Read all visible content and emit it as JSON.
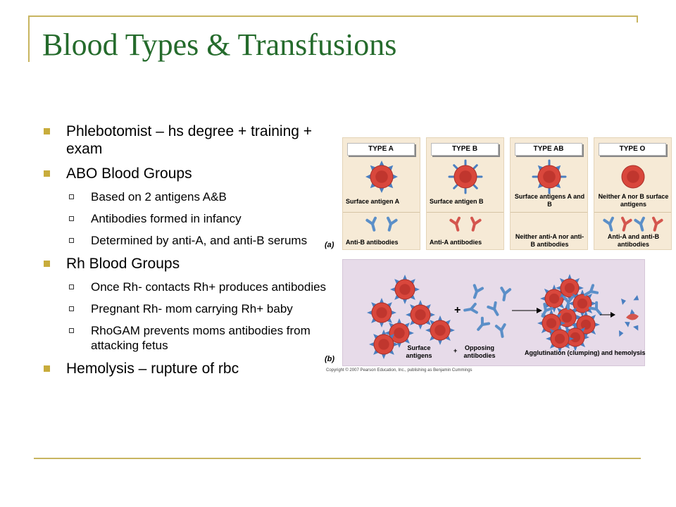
{
  "slide": {
    "title": "Blood Types & Transfusions",
    "bullets": [
      {
        "level": 1,
        "text": "Phlebotomist – hs degree + training + exam"
      },
      {
        "level": 1,
        "text": "ABO Blood Groups"
      },
      {
        "level": 2,
        "text": "Based on 2 antigens A&B"
      },
      {
        "level": 2,
        "text": "Antibodies formed in infancy"
      },
      {
        "level": 2,
        "text": "Determined by anti-A, and anti-B serums"
      },
      {
        "level": 1,
        "text": "Rh Blood Groups"
      },
      {
        "level": 2,
        "text": "Once Rh- contacts Rh+ produces antibodies"
      },
      {
        "level": 2,
        "text": "Pregnant Rh- mom carrying Rh+ baby"
      },
      {
        "level": 2,
        "text": "RhoGAM prevents moms antibodies from attacking fetus"
      },
      {
        "level": 1,
        "text": "Hemolysis – rupture of rbc"
      }
    ]
  },
  "figure": {
    "panels": [
      {
        "type": "TYPE A",
        "antigen": "Surface antigen A",
        "antibody": "Anti-B antibodies",
        "antigen_style": "triangle",
        "antibodies": [
          "blue",
          "blue"
        ]
      },
      {
        "type": "TYPE B",
        "antigen": "Surface antigen B",
        "antibody": "Anti-A antibodies",
        "antigen_style": "spike",
        "antibodies": [
          "red",
          "red"
        ]
      },
      {
        "type": "TYPE AB",
        "antigen": "Surface antigens A and B",
        "antibody": "Neither anti-A nor anti-B antibodies",
        "antigen_style": "both",
        "antibodies": []
      },
      {
        "type": "TYPE O",
        "antigen": "Neither A nor B surface antigens",
        "antibody": "Anti-A and anti-B antibodies",
        "antigen_style": "none",
        "antibodies": [
          "blue",
          "red",
          "blue",
          "red"
        ]
      }
    ],
    "label_a": "(a)",
    "label_b": "(b)",
    "plus": "+",
    "surface_antigens": "Surface antigens",
    "opposing_antibodies": "Opposing antibodies",
    "agglutination": "Agglutination (clumping) and hemolysis",
    "copyright": "Copyright © 2007 Pearson Education, Inc., publishing as Benjamin Cummings",
    "colors": {
      "cell": "#d9473c",
      "cell_center": "#b52f28",
      "antigen_blue": "#4a7fc1",
      "antibody_blue": "#5b8fc8",
      "antibody_red": "#d4564e",
      "panel_bg": "#f6ead6",
      "lower_bg": "#e7dbe9"
    }
  },
  "theme": {
    "title_color": "#256b2c",
    "accent": "#c8b560"
  }
}
